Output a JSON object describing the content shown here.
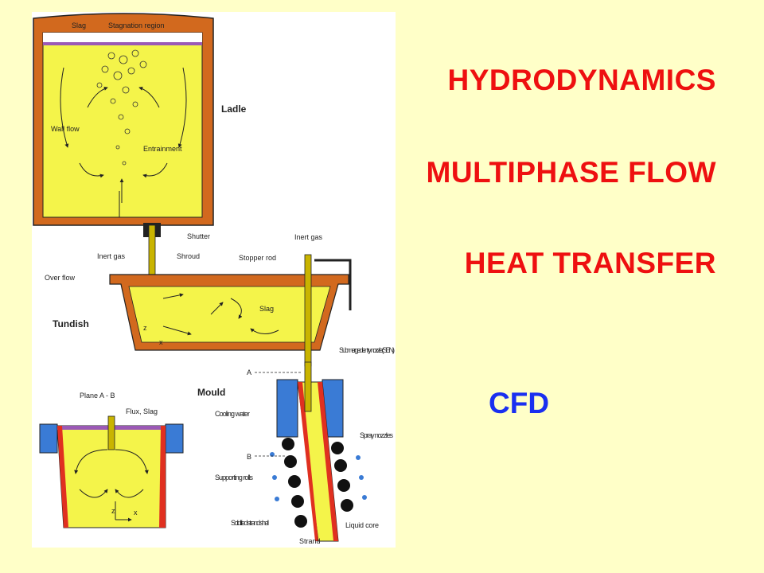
{
  "slide": {
    "topics": [
      "HYDRODYNAMICS",
      "MULTIPHASE FLOW",
      "HEAT TRANSFER"
    ],
    "cfd_label": "CFD"
  },
  "diagram": {
    "ladle": {
      "title": "Ladle",
      "slag": "Slag",
      "stagnation_region": "Stagnation region",
      "wall_flow": "Wall flow",
      "entrainment": "Entrainment"
    },
    "shroud_area": {
      "inert_gas_left": "Inert gas",
      "shroud": "Shroud",
      "shutter": "Shutter",
      "over_flow": "Over flow",
      "inert_gas_right": "Inert gas",
      "stopper_rod": "Stopper rod"
    },
    "tundish": {
      "title": "Tundish",
      "slag": "Slag",
      "z": "z",
      "x": "x"
    },
    "mould": {
      "title": "Mould",
      "sen": "Submerged entry nozzle (SEN)",
      "a": "A",
      "b": "B",
      "cooling_water": "Cooling water",
      "spray_nozzles": "Spray nozzles",
      "supporting_rolls": "Supporting rolls",
      "solidified_shell": "Solidified strand shell",
      "liquid_core": "Liquid core",
      "strand": "Strand"
    },
    "plane": {
      "title": "Plane A - B",
      "flux_slag": "Flux, Slag",
      "z": "z",
      "x": "x"
    }
  },
  "colors": {
    "heading": "#ee1010",
    "cfd": "#1a2ff0",
    "background": "#ffffc8",
    "steel": "#f4f44a",
    "refractory": "#d2691e",
    "slag": "#9b59b6",
    "mould": "#3a7bd5"
  }
}
